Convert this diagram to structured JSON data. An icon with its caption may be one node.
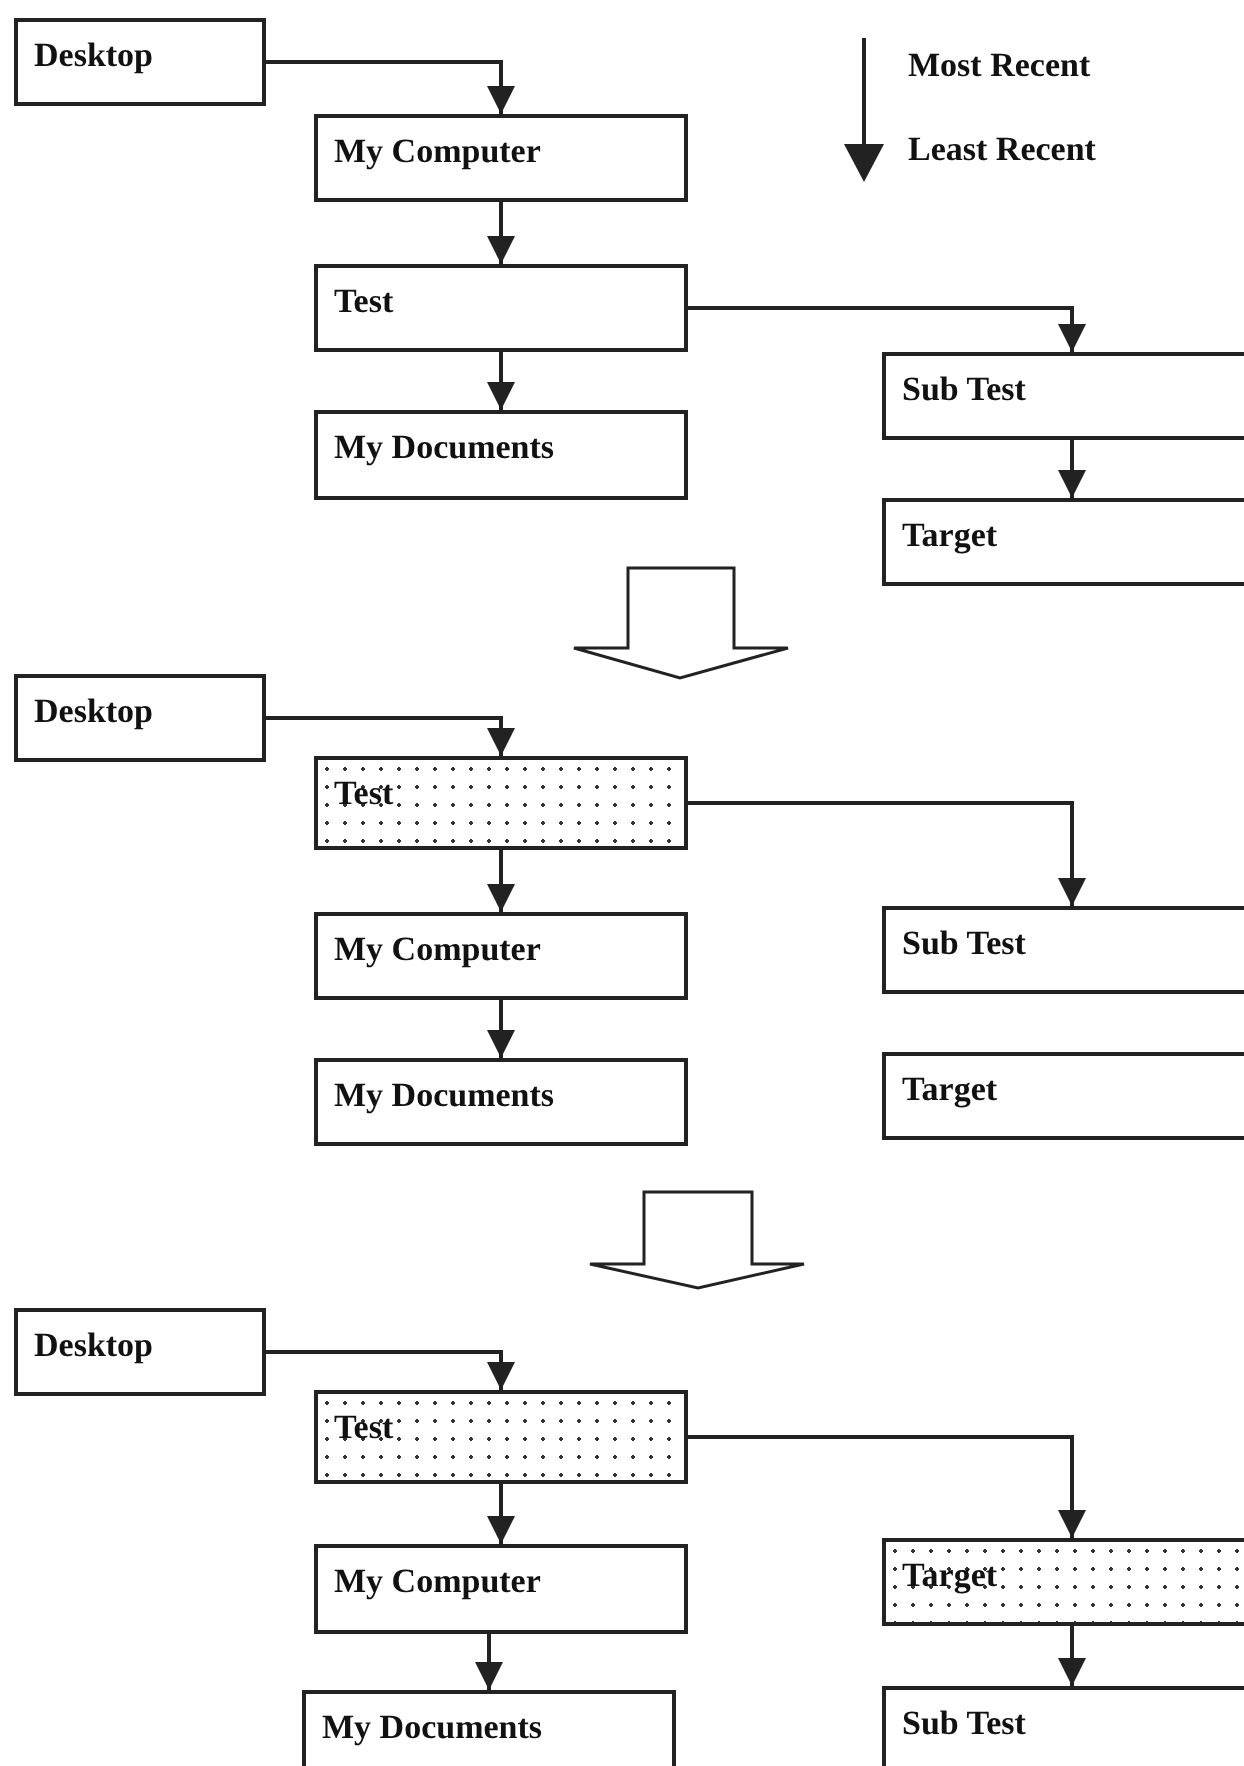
{
  "diagram": {
    "nodes": [
      {
        "text": [
          "Desktop"
        ]
      },
      {
        "text": [
          "My Computer"
        ]
      },
      {
        "text": [
          "Test"
        ]
      },
      {
        "text": [
          "Sub Test"
        ]
      },
      {
        "text": [
          "My Documents"
        ]
      },
      {
        "text": [
          "Target"
        ]
      },
      {
        "text": [
          "Desktop"
        ]
      },
      {
        "text": [
          "Test"
        ]
      },
      {
        "text": [
          "Sub Test"
        ]
      },
      {
        "text": [
          "My Computer"
        ]
      },
      {
        "text": [
          "Target"
        ]
      },
      {
        "text": [
          "My Documents"
        ]
      },
      {
        "text": [
          "Desktop"
        ]
      },
      {
        "text": [
          "Test"
        ]
      },
      {
        "text": [
          "My Computer"
        ]
      },
      {
        "text": [
          "Target"
        ]
      },
      {
        "text": [
          "My Documents"
        ]
      },
      {
        "text": [
          "Sub Test"
        ]
      }
    ],
    "edges": [
      {
        "from": 0,
        "to": 1,
        "arrow": "to"
      },
      {
        "from": 1,
        "to": 2,
        "arrow": "to"
      },
      {
        "from": 2,
        "to": 4,
        "arrow": "to"
      },
      {
        "from": 2,
        "to": 3,
        "arrow": "to"
      },
      {
        "from": 3,
        "to": 5,
        "arrow": "to"
      },
      {
        "from": 6,
        "to": 7,
        "arrow": "to"
      },
      {
        "from": 7,
        "to": 9,
        "arrow": "to"
      },
      {
        "from": 9,
        "to": 11,
        "arrow": "to"
      },
      {
        "from": 7,
        "to": 8,
        "arrow": "to"
      },
      {
        "from": 12,
        "to": 13,
        "arrow": "to"
      },
      {
        "from": 13,
        "to": 14,
        "arrow": "to"
      },
      {
        "from": 14,
        "to": 16,
        "arrow": "to"
      },
      {
        "from": 13,
        "to": 15,
        "arrow": "to"
      },
      {
        "from": 15,
        "to": 17,
        "arrow": "to"
      }
    ],
    "labels": [
      "Most Recent",
      "Least Recent"
    ]
  }
}
